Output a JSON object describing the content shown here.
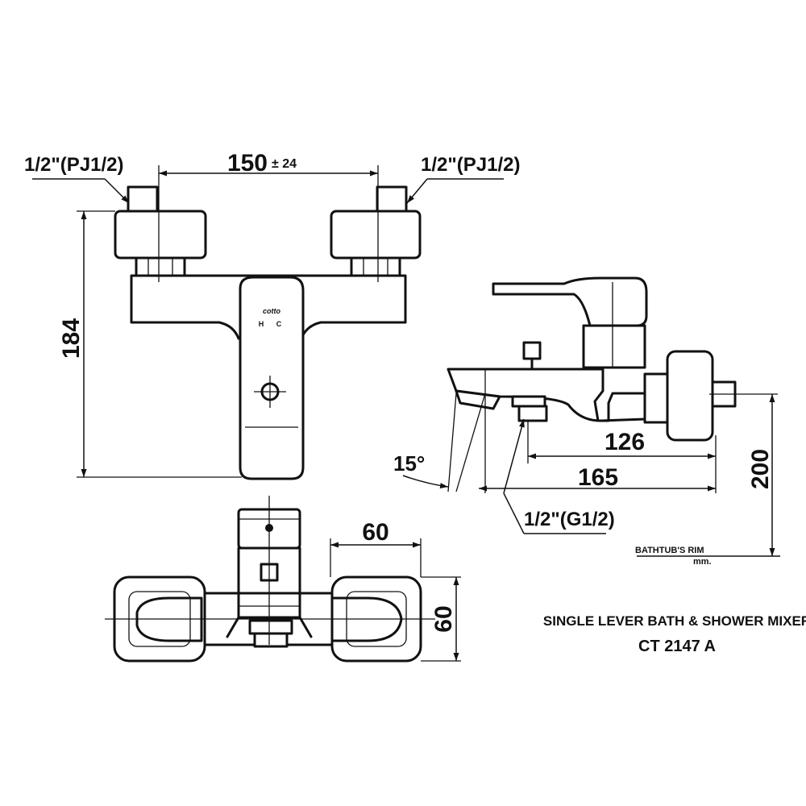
{
  "labels": {
    "inlet_left": "1/2\"(PJ1/2)",
    "inlet_right": "1/2\"(PJ1/2)",
    "outlet": "1/2\"(G1/2)",
    "bathtub_rim": "BATHTUB'S RIM",
    "unit": "mm.",
    "brand": "cotto",
    "hot": "H",
    "cold": "C"
  },
  "dimensions": {
    "inlet_spacing": "150",
    "inlet_tolerance": "± 24",
    "height": "184",
    "spout_126": "126",
    "spout_165": "165",
    "rim_height": "200",
    "angle": "15°",
    "body_depth": "60",
    "plate_width": "60"
  },
  "title": {
    "line1": "SINGLE LEVER BATH & SHOWER MIXER",
    "line2": "CT 2147 A"
  }
}
